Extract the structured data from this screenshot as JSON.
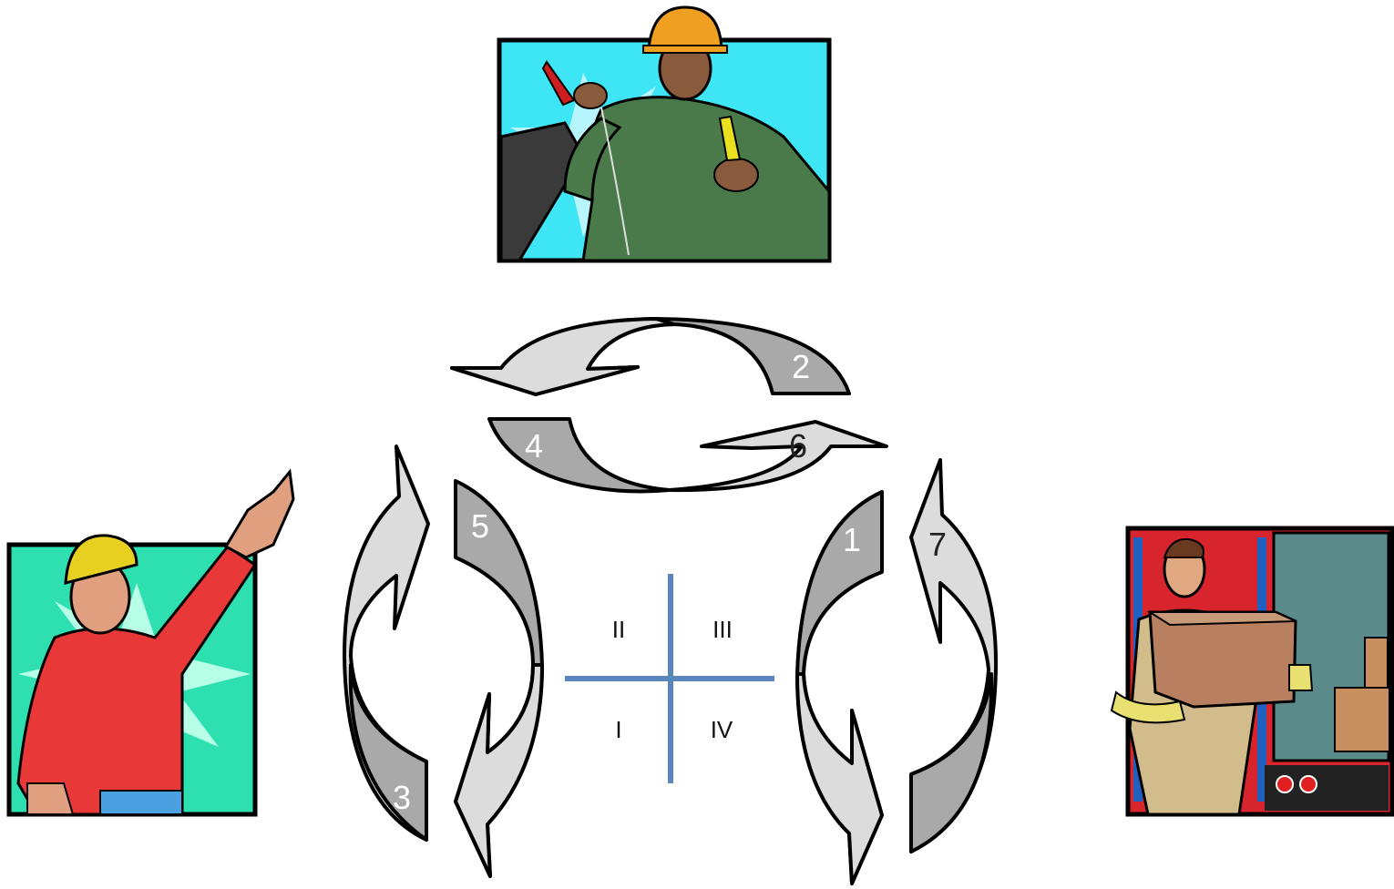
{
  "colors": {
    "arrow_dark": "#a9a9a9",
    "arrow_light": "#dcdcdc",
    "arrow_outline": "#000000",
    "axis": "#5b85bd",
    "panel_top_bg": "#3ee6f5",
    "panel_left_bg": "#2ee0b0",
    "panel_right_bg": "#d8242c"
  },
  "illustrations": {
    "top": {
      "label": "worker-with-jumper-cables"
    },
    "left": {
      "label": "woman-pointing-up"
    },
    "right": {
      "label": "mover-carrying-box"
    }
  },
  "arrows": [
    {
      "id": "1",
      "label": "1"
    },
    {
      "id": "2",
      "label": "2"
    },
    {
      "id": "3",
      "label": "3"
    },
    {
      "id": "4",
      "label": "4"
    },
    {
      "id": "5",
      "label": "5"
    },
    {
      "id": "6",
      "label": "6"
    },
    {
      "id": "7",
      "label": "7"
    }
  ],
  "quadrants": {
    "top_left": "II",
    "top_right": "III",
    "bottom_left": "I",
    "bottom_right": "IV"
  }
}
